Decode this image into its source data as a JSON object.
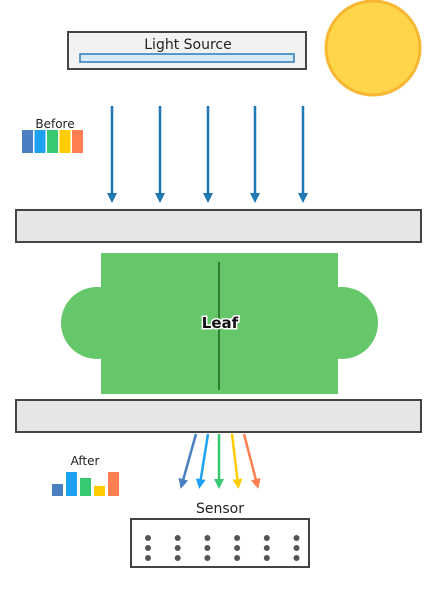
{
  "diagram": {
    "light_source": {
      "label": "Light Source"
    },
    "before": {
      "label": "Before"
    },
    "after": {
      "label": "After"
    },
    "leaf": {
      "label": "Leaf"
    },
    "sensor": {
      "label": "Sensor"
    }
  },
  "colors": {
    "outline": "#444444",
    "plate_fill": "#e6e6e6",
    "source_fill": "#f2f2f2",
    "lamp_fill": "#d6ebf7",
    "lamp_stroke": "#2b7bba",
    "sun_fill": "#ffd54a",
    "sun_stroke": "#f7b733",
    "incoming_arrow": "#1f77b4",
    "leaf_fill": "#66c66a",
    "leaf_vein": "#2e7d32",
    "sensor_dot": "#555555",
    "spectrum": [
      "#4a7fc1",
      "#1da1f2",
      "#37c871",
      "#ffcc00",
      "#ff7f50"
    ]
  },
  "spectrum_levels": {
    "before": [
      1,
      1,
      1,
      1,
      1
    ],
    "after": [
      0.5,
      1,
      0.75,
      0.42,
      1
    ]
  }
}
